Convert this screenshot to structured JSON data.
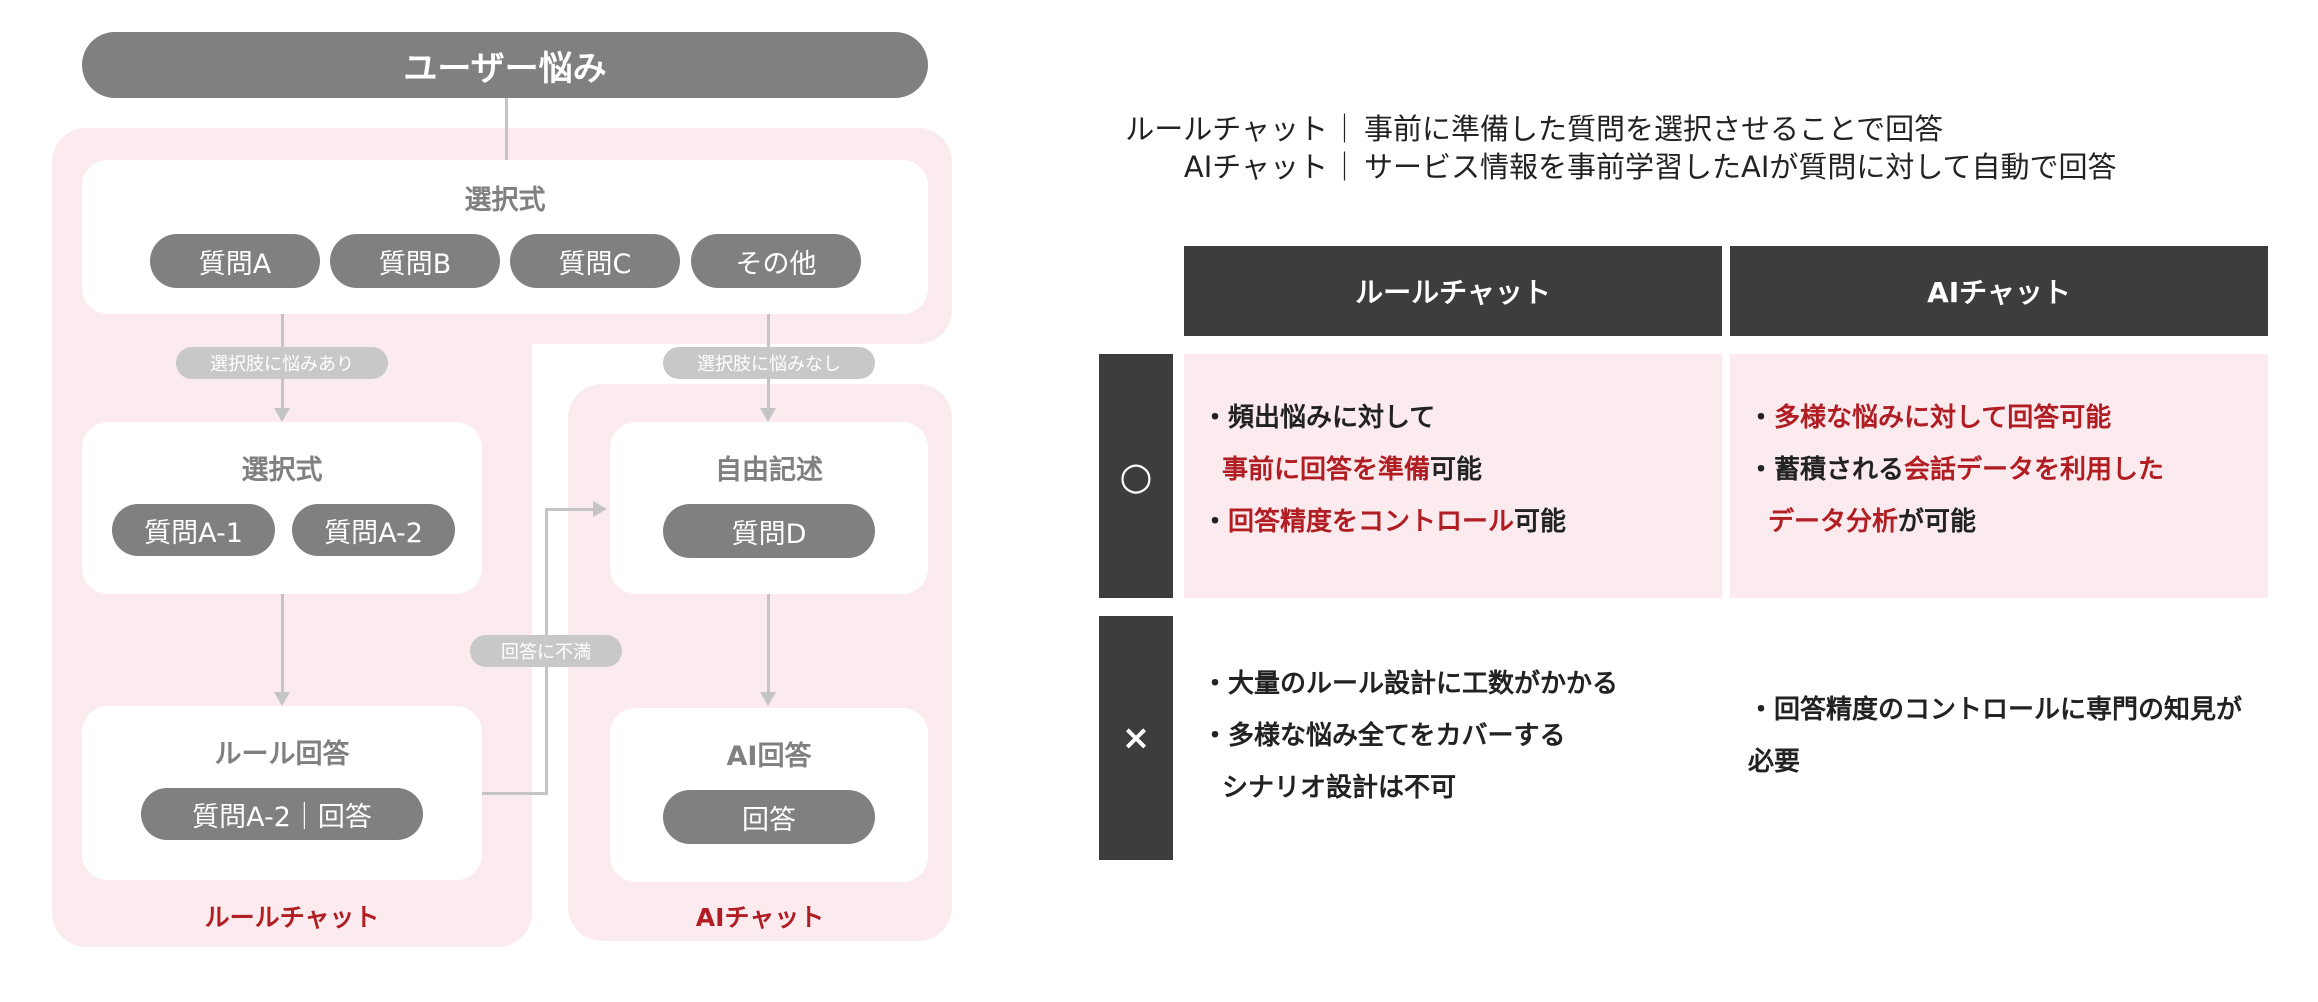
{
  "diagram": {
    "top_pill": "ユーザー悩み",
    "selection_card": {
      "title": "選択式",
      "options": [
        "質問A",
        "質問B",
        "質問C",
        "その他"
      ]
    },
    "left_tag": "選択肢に悩みあり",
    "right_tag": "選択肢に悩みなし",
    "sub_selection_card": {
      "title": "選択式",
      "options": [
        "質問A-1",
        "質問A-2"
      ]
    },
    "rule_answer_card": {
      "title": "ルール回答",
      "pill": "質問A-2｜回答"
    },
    "unsatisfied_tag": "回答に不満",
    "free_text_card": {
      "title": "自由記述",
      "pill": "質問D"
    },
    "ai_answer_card": {
      "title": "AI回答",
      "pill": "回答"
    },
    "rule_zone_label": "ルールチャット",
    "ai_zone_label": "AIチャット"
  },
  "descriptions": [
    {
      "term": "ルールチャット",
      "sep": "｜",
      "text": "事前に準備した質問を選択させることで回答"
    },
    {
      "term": "AIチャット",
      "sep": "｜",
      "text": "サービス情報を事前学習したAIが質問に対して自動で回答"
    }
  ],
  "comparison": {
    "headers": [
      "ルールチャット",
      "AIチャット"
    ],
    "pros_symbol": "○",
    "cons_symbol": "×",
    "pros_rule": {
      "l1a": "・頻出悩みに対して",
      "l2_hl": "事前に回答を準備",
      "l2b": "可能",
      "l3a": "・",
      "l3_hl": "回答精度をコントロール",
      "l3b": "可能"
    },
    "pros_ai": {
      "l1a": "・",
      "l1_hl": "多様な悩みに対して回答可能",
      "l2a": "・蓄積される",
      "l2_hl": "会話データを利用した",
      "l3_hl": "データ分析",
      "l3b": "が可能"
    },
    "cons_rule": {
      "l1": "・大量のルール設計に工数がかかる",
      "l2": "・多様な悩み全てをカバーする",
      "l3": "シナリオ設計は不可"
    },
    "cons_ai": {
      "l1": "・回答精度のコントロールに専門の知見が",
      "l2": "必要"
    }
  },
  "colors": {
    "accent_red": "#b01e23",
    "zone_pink": "#fcebee",
    "pill_gray": "#808080",
    "header_dark": "#3d3d3d"
  }
}
